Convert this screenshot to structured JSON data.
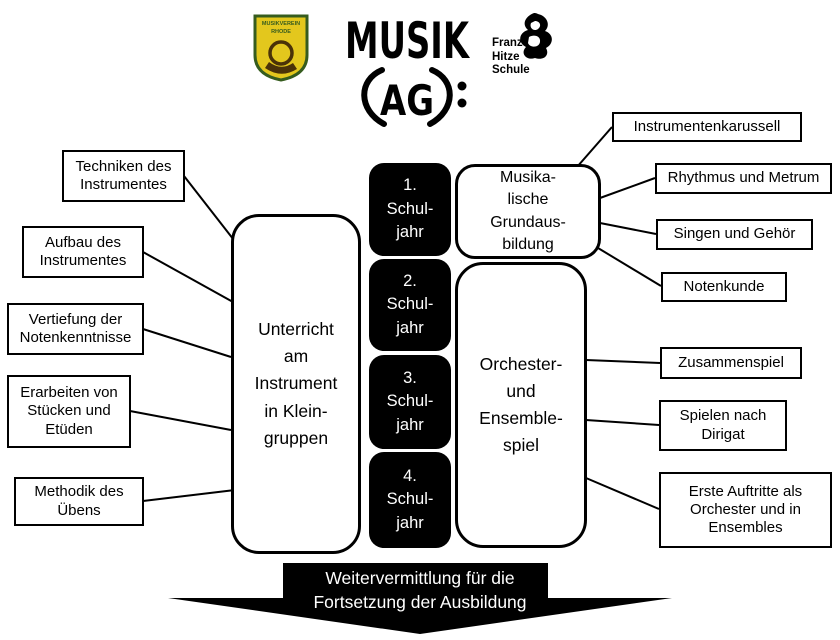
{
  "logos": {
    "rhode": {
      "line1": "MUSIKVEREIN",
      "line2": "RHODE"
    },
    "musik_ag": {
      "word": "MUSIK",
      "sub": "AG"
    },
    "hitze": {
      "text": "Franz\nHitze\nSchule"
    }
  },
  "left_boxes": [
    {
      "label": "Techniken des\nInstrumentes"
    },
    {
      "label": "Aufbau des\nInstrumentes"
    },
    {
      "label": "Vertiefung der\nNotenkenntnisse"
    },
    {
      "label": "Erarbeiten von\nStücken und\nEtüden"
    },
    {
      "label": "Methodik des\nÜbens"
    }
  ],
  "center": {
    "unterricht": "Unterricht\nam\nInstrument\nin Klein-\ngruppen",
    "years": [
      {
        "label": "1.\nSchul-\njahr"
      },
      {
        "label": "2.\nSchul-\njahr"
      },
      {
        "label": "3.\nSchul-\njahr"
      },
      {
        "label": "4.\nSchul-\njahr"
      }
    ],
    "grundausbildung": "Musika-\nlische\nGrundaus-\nbildung",
    "orchester": "Orchester-\nund\nEnsemble-\nspiel"
  },
  "right_boxes": [
    {
      "label": "Instrumentenkarussell"
    },
    {
      "label": "Rhythmus und Metrum"
    },
    {
      "label": "Singen und Gehör"
    },
    {
      "label": "Notenkunde"
    },
    {
      "label": "Zusammenspiel"
    },
    {
      "label": "Spielen nach\nDirigat"
    },
    {
      "label": "Erste Auftritte als\nOrchester und in\nEnsembles"
    }
  ],
  "arrow": {
    "text": "Weitervermittlung für die\nFortsetzung der Ausbildung"
  },
  "colors": {
    "ink": "#000000",
    "paper": "#ffffff",
    "shield_yellow": "#e3c71d",
    "shield_green": "#365c1e"
  }
}
